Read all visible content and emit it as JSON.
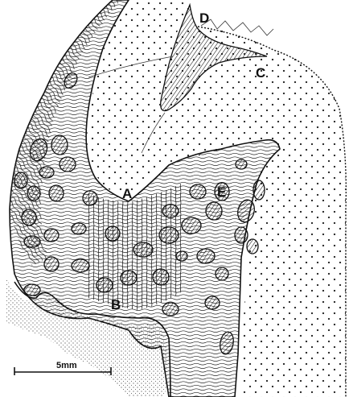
{
  "figure": {
    "labels": {
      "a": "A",
      "b": "B",
      "c": "C",
      "d": "D",
      "e": "E"
    },
    "scale_bar": {
      "text": "5mm"
    }
  }
}
